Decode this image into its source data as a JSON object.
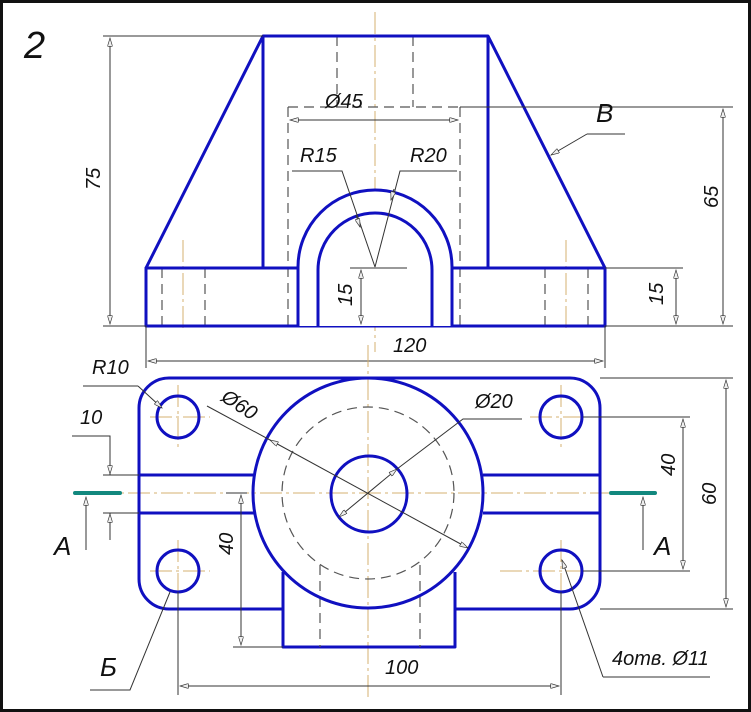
{
  "sheet_number": "2",
  "front_view": {
    "dim_height_total": "75",
    "dim_height_bore_top": "65",
    "dim_base_height_right": "15",
    "dim_base_height_center": "15",
    "dim_bore_diameter": "Ø45",
    "dim_inner_radius": "R15",
    "dim_outer_radius": "R20",
    "view_label": "В",
    "dim_width": "120"
  },
  "top_view": {
    "dim_corner_radius": "R10",
    "dim_slot_width": "10",
    "dim_boss_diameter": "Ø60",
    "dim_hole_diameter": "Ø20",
    "dim_hole_spacing_y": "40",
    "dim_plate_depth": "60",
    "dim_boss_offset": "40",
    "dim_hole_spacing_x": "100",
    "surface_label": "Б",
    "holes_note": "4отв. Ø11",
    "section_label_left": "А",
    "section_label_right": "А"
  },
  "colors": {
    "outline": "#1010c0",
    "centerline": "#d4b070",
    "section": "#12887e"
  }
}
